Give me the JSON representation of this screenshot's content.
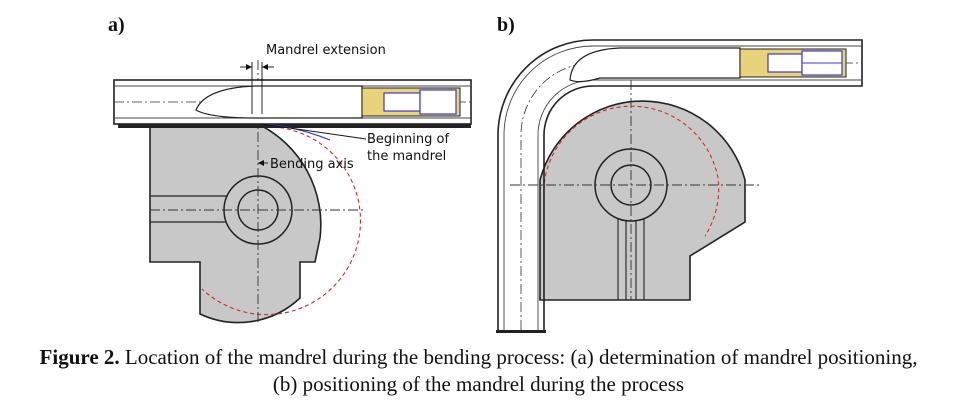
{
  "panels": {
    "a": {
      "label": "a)"
    },
    "b": {
      "label": "b)"
    }
  },
  "callouts": {
    "mandrel_extension": "Mandrel extension",
    "beginning_line1": "Beginning of",
    "beginning_line2": "the mandrel",
    "bending_axis": "Bending axis"
  },
  "caption": {
    "prefix": "Figure 2.",
    "line1": " Location of the mandrel during the bending process: (a) determination of mandrel positioning,",
    "line2": "(b) positioning of the mandrel during the process"
  },
  "colors": {
    "die_fill": "#c8c8c8",
    "outline": "#222222",
    "red_dash": "#d62828",
    "mandrel_tip": "#e8d27a",
    "blue_line": "#3a3ad0"
  }
}
